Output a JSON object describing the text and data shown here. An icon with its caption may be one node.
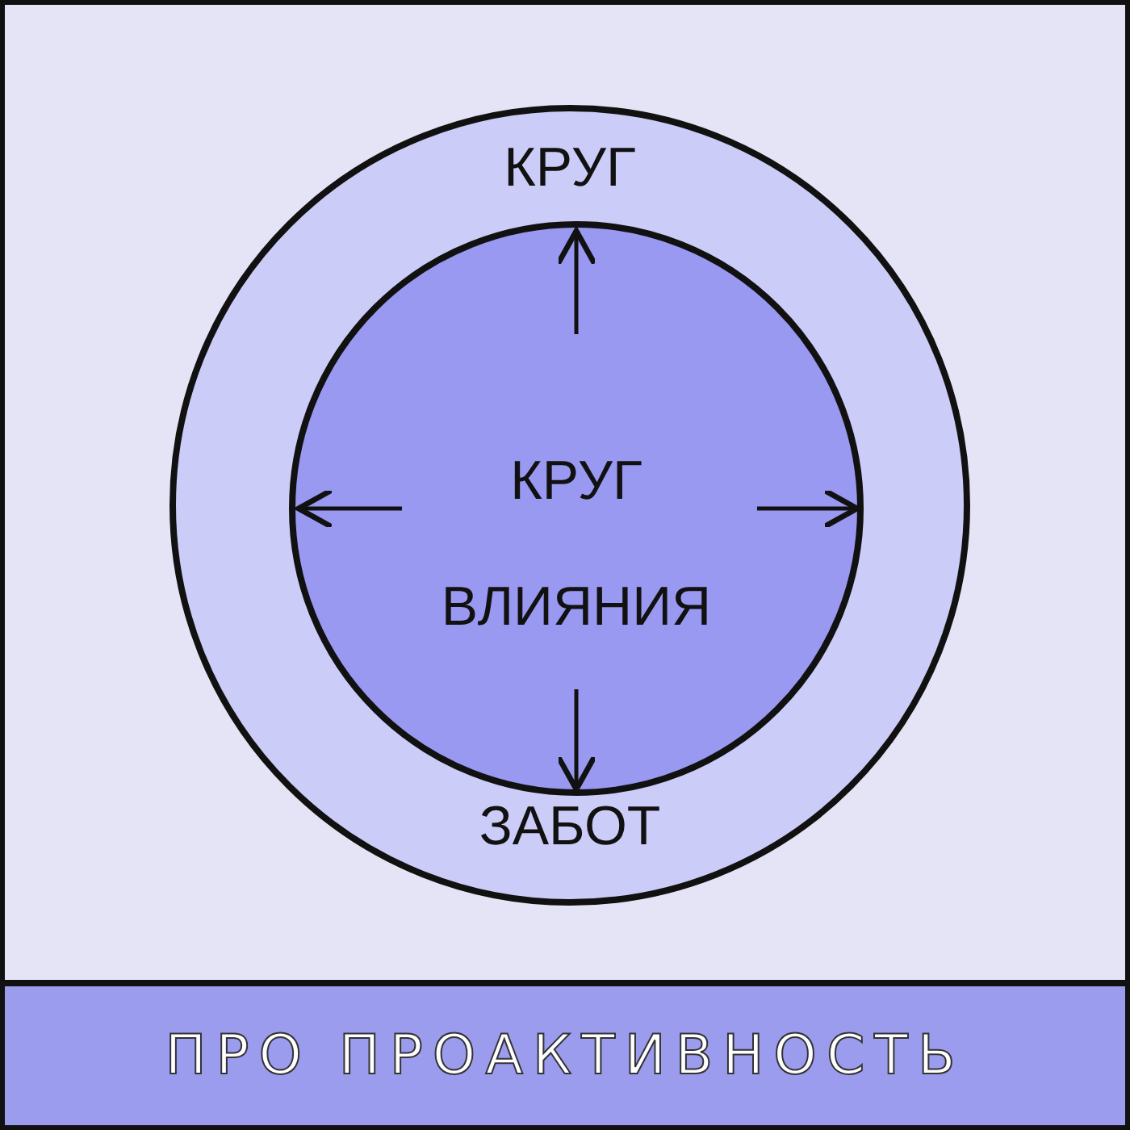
{
  "diagram": {
    "nodes": [
      {
        "text": [
          "КРУГ",
          "ЗАБОТ"
        ]
      },
      {
        "text": [
          "КРУГ ВЛИЯНИЯ"
        ],
        "in": 0
      },
      {
        "text": [
          "ПРО ПРОАКТИВНОСТЬ"
        ]
      }
    ]
  }
}
